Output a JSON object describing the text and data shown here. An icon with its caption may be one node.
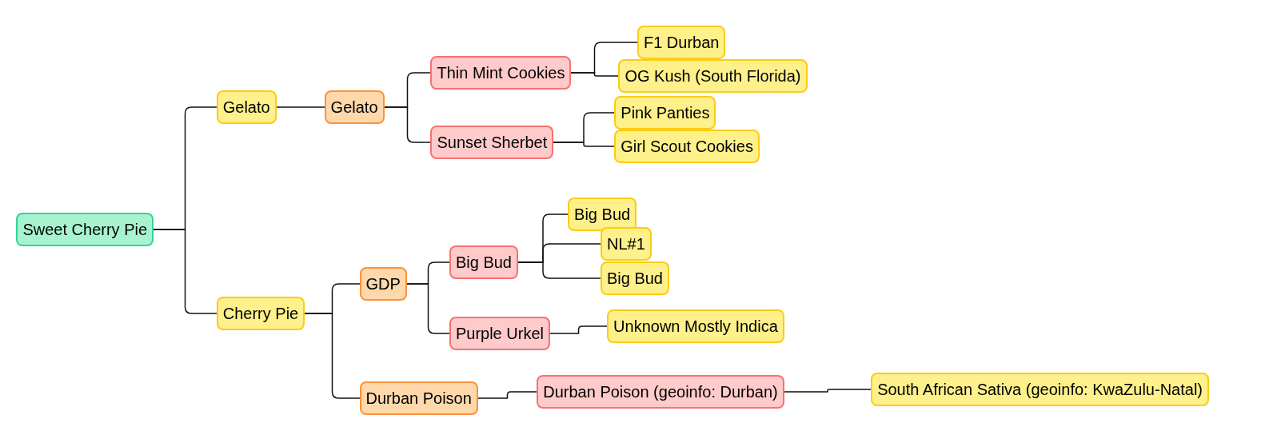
{
  "diagram": {
    "nodes": [
      {
        "text": [
          "Sweet Cherry Pie"
        ]
      },
      {
        "text": [
          "Gelato"
        ]
      },
      {
        "text": [
          "Gelato"
        ]
      },
      {
        "text": [
          "Thin Mint Cookies"
        ]
      },
      {
        "text": [
          "F1 Durban"
        ]
      },
      {
        "text": [
          "OG Kush (South Florida)"
        ]
      },
      {
        "text": [
          "Sunset Sherbet"
        ]
      },
      {
        "text": [
          "Pink Panties"
        ]
      },
      {
        "text": [
          "Girl Scout Cookies"
        ]
      },
      {
        "text": [
          "Cherry Pie"
        ]
      },
      {
        "text": [
          "GDP"
        ]
      },
      {
        "text": [
          "Big Bud"
        ]
      },
      {
        "text": [
          "Big Bud"
        ]
      },
      {
        "text": [
          "NL#1"
        ]
      },
      {
        "text": [
          "Big Bud"
        ]
      },
      {
        "text": [
          "Purple Urkel"
        ]
      },
      {
        "text": [
          "Unknown Mostly Indica"
        ]
      },
      {
        "text": [
          "Durban Poison"
        ]
      },
      {
        "text": [
          "Durban Poison (geoinfo: Durban)"
        ]
      },
      {
        "text": [
          "South African Sativa (geoinfo: KwaZulu-Natal)"
        ]
      }
    ],
    "edges": [
      {
        "from": 0,
        "to": 1,
        "arrow": "none"
      },
      {
        "from": 0,
        "to": 9,
        "arrow": "none"
      },
      {
        "from": 1,
        "to": 2,
        "arrow": "none"
      },
      {
        "from": 2,
        "to": 3,
        "arrow": "none"
      },
      {
        "from": 2,
        "to": 6,
        "arrow": "none"
      },
      {
        "from": 3,
        "to": 4,
        "arrow": "none"
      },
      {
        "from": 3,
        "to": 5,
        "arrow": "none"
      },
      {
        "from": 6,
        "to": 7,
        "arrow": "none"
      },
      {
        "from": 6,
        "to": 8,
        "arrow": "none"
      },
      {
        "from": 9,
        "to": 10,
        "arrow": "none"
      },
      {
        "from": 9,
        "to": 17,
        "arrow": "none"
      },
      {
        "from": 10,
        "to": 11,
        "arrow": "none"
      },
      {
        "from": 10,
        "to": 15,
        "arrow": "none"
      },
      {
        "from": 11,
        "to": 12,
        "arrow": "none"
      },
      {
        "from": 11,
        "to": 13,
        "arrow": "none"
      },
      {
        "from": 11,
        "to": 14,
        "arrow": "none"
      },
      {
        "from": 15,
        "to": 16,
        "arrow": "none"
      },
      {
        "from": 17,
        "to": 18,
        "arrow": "none"
      },
      {
        "from": 18,
        "to": 19,
        "arrow": "none"
      }
    ]
  }
}
